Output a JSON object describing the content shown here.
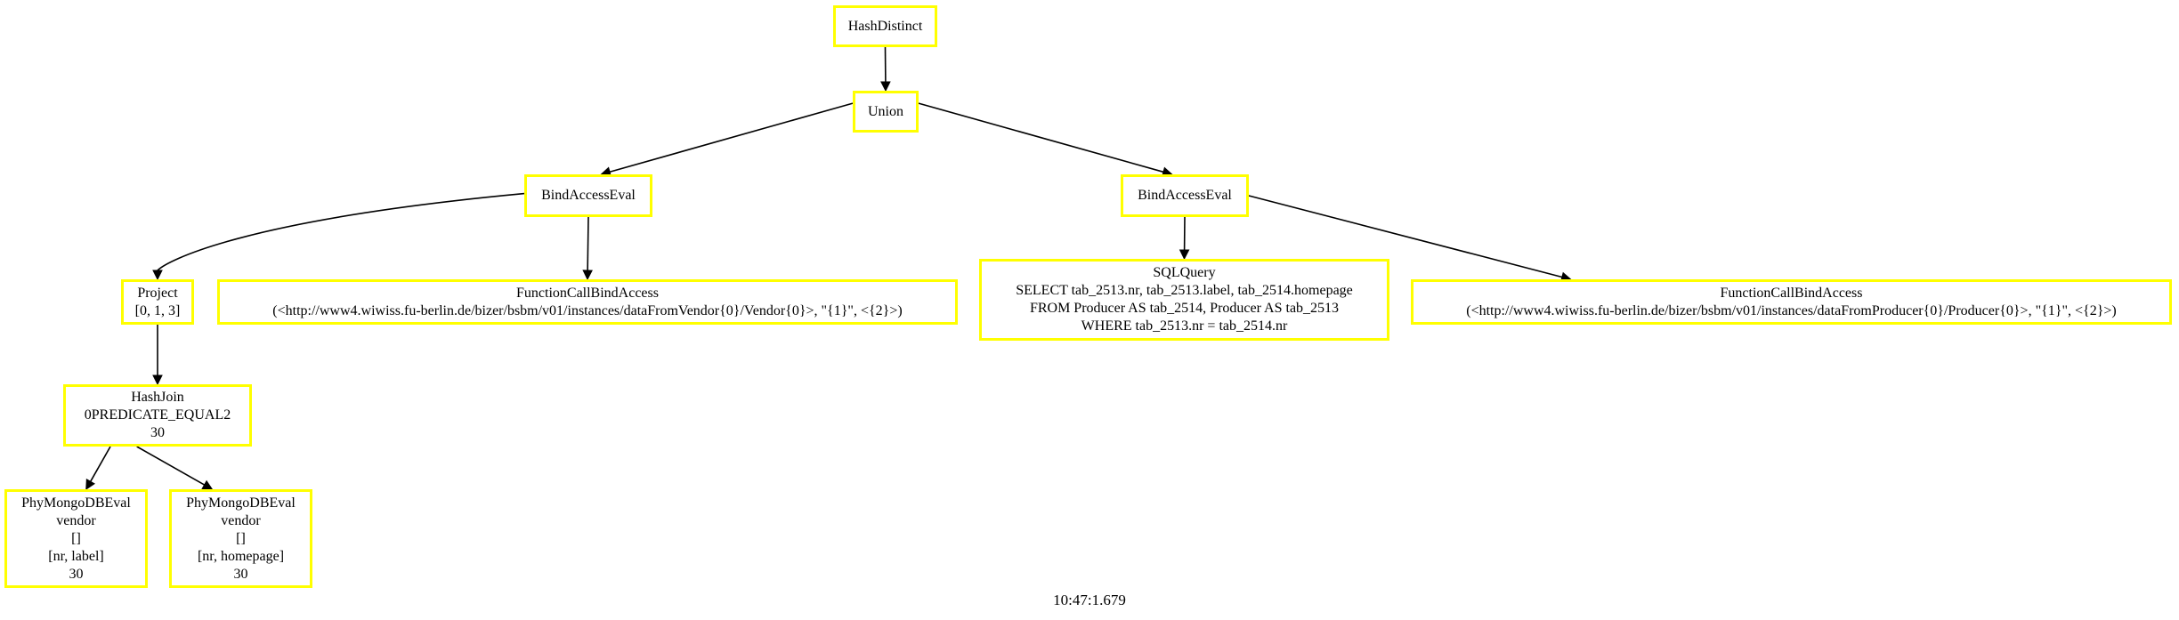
{
  "node_border_color": "#ffff00",
  "edge_color": "#000000",
  "nodes": {
    "hashdistinct": {
      "lines": [
        "HashDistinct"
      ]
    },
    "union": {
      "lines": [
        "Union"
      ]
    },
    "bindaccess_left": {
      "lines": [
        "BindAccessEval"
      ]
    },
    "bindaccess_right": {
      "lines": [
        "BindAccessEval"
      ]
    },
    "project": {
      "lines": [
        "Project",
        "[0, 1, 3]"
      ]
    },
    "fcba_vendor": {
      "lines": [
        "FunctionCallBindAccess",
        "(<http://www4.wiwiss.fu-berlin.de/bizer/bsbm/v01/instances/dataFromVendor{0}/Vendor{0}>, \"{1}\", <{2}>)"
      ]
    },
    "sqlquery": {
      "lines": [
        "SQLQuery",
        "SELECT tab_2513.nr, tab_2513.label, tab_2514.homepage",
        "FROM Producer AS tab_2514, Producer AS tab_2513",
        "WHERE tab_2513.nr = tab_2514.nr"
      ]
    },
    "fcba_producer": {
      "lines": [
        "FunctionCallBindAccess",
        "(<http://www4.wiwiss.fu-berlin.de/bizer/bsbm/v01/instances/dataFromProducer{0}/Producer{0}>, \"{1}\", <{2}>)"
      ]
    },
    "hashjoin": {
      "lines": [
        "HashJoin",
        "0PREDICATE_EQUAL2",
        "30"
      ]
    },
    "mongo_left": {
      "lines": [
        "PhyMongoDBEval",
        "vendor",
        "[]",
        "[nr, label]",
        "30"
      ]
    },
    "mongo_right": {
      "lines": [
        "PhyMongoDBEval",
        "vendor",
        "[]",
        "[nr, homepage]",
        "30"
      ]
    }
  },
  "edges": [
    [
      "hashdistinct",
      "union"
    ],
    [
      "union",
      "bindaccess_left"
    ],
    [
      "union",
      "bindaccess_right"
    ],
    [
      "bindaccess_left",
      "project"
    ],
    [
      "bindaccess_left",
      "fcba_vendor"
    ],
    [
      "bindaccess_right",
      "sqlquery"
    ],
    [
      "bindaccess_right",
      "fcba_producer"
    ],
    [
      "project",
      "hashjoin"
    ],
    [
      "hashjoin",
      "mongo_left"
    ],
    [
      "hashjoin",
      "mongo_right"
    ]
  ],
  "footer": "10:47:1.679"
}
